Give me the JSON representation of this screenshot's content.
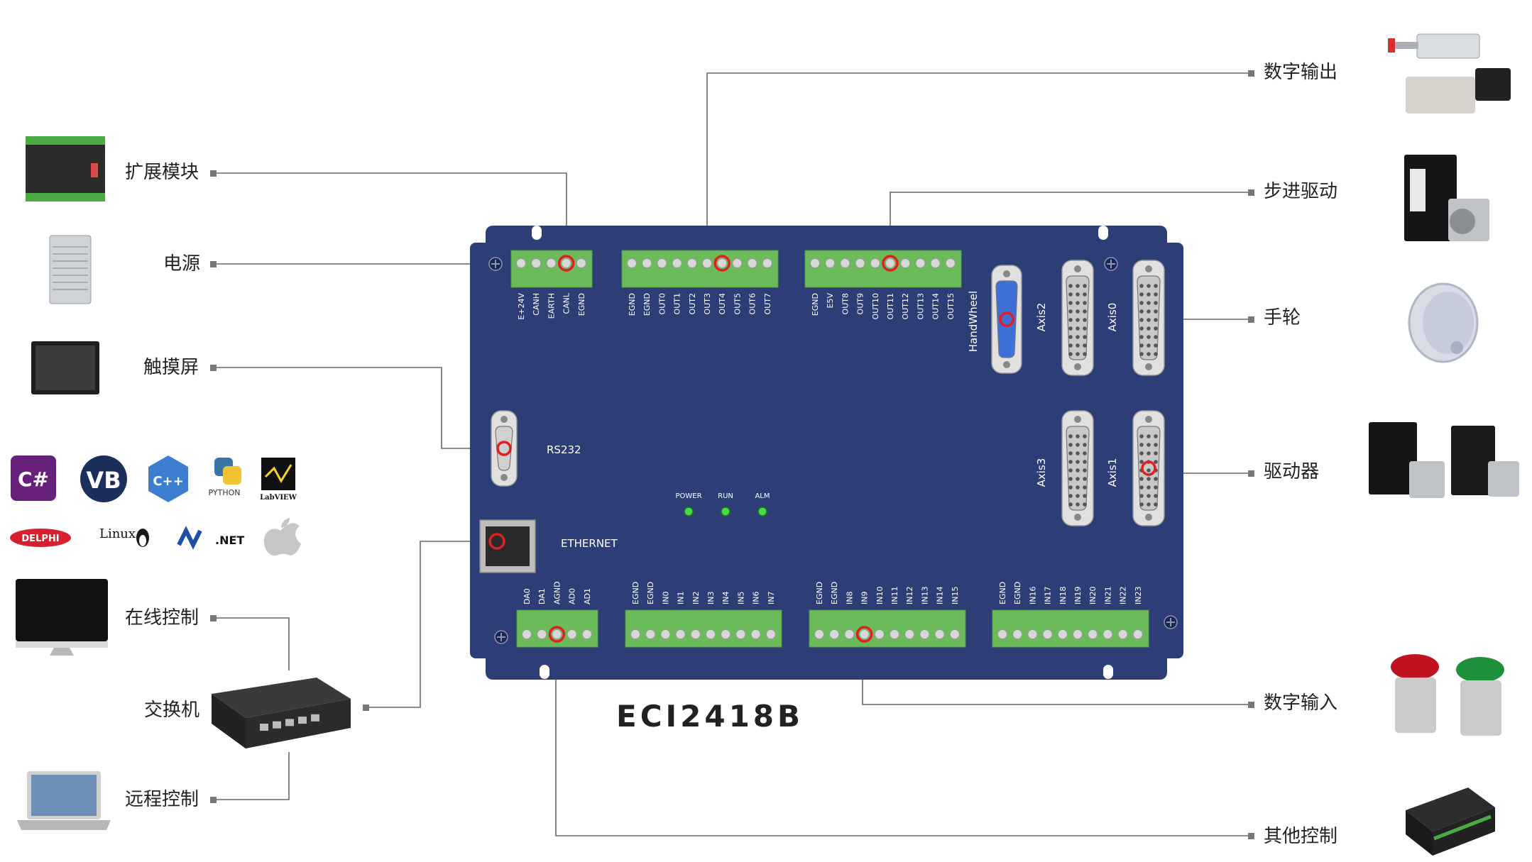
{
  "board": {
    "model": "ECI2418B",
    "rs232_label": "RS232",
    "ethernet_label": "ETHERNET",
    "leds": [
      "POWER",
      "RUN",
      "ALM"
    ],
    "handwheel_label": "HandWheel",
    "axis_labels": [
      "Axis2",
      "Axis0",
      "Axis3",
      "Axis1"
    ],
    "power_pins": [
      "E+24V",
      "CANH",
      "EARTH",
      "CANL",
      "EGND"
    ],
    "output_pins_a": [
      "EGND",
      "EGND",
      "OUT0",
      "OUT1",
      "OUT2",
      "OUT3",
      "OUT4",
      "OUT5",
      "OUT6",
      "OUT7"
    ],
    "output_pins_b": [
      "EGND",
      "E5V",
      "OUT8",
      "OUT9",
      "OUT10",
      "OUT11",
      "OUT12",
      "OUT13",
      "OUT14",
      "OUT15"
    ],
    "analog_pins": [
      "DA0",
      "DA1",
      "AGND",
      "AD0",
      "AD1"
    ],
    "input_pins_a": [
      "EGND",
      "EGND",
      "IN0",
      "IN1",
      "IN2",
      "IN3",
      "IN4",
      "IN5",
      "IN6",
      "IN7"
    ],
    "input_pins_b": [
      "EGND",
      "EGND",
      "IN8",
      "IN9",
      "IN10",
      "IN11",
      "IN12",
      "IN13",
      "IN14",
      "IN15"
    ],
    "input_pins_c": [
      "EGND",
      "EGND",
      "IN16",
      "IN17",
      "IN18",
      "IN19",
      "IN20",
      "IN21",
      "IN22",
      "IN23"
    ]
  },
  "left_labels": {
    "expansion": "扩展模块",
    "power": "电源",
    "touchscreen": "触摸屏",
    "online": "在线控制",
    "switch": "交换机",
    "remote": "远程控制"
  },
  "right_labels": {
    "digital_output": "数字输出",
    "stepper": "步进驱动",
    "handwheel": "手轮",
    "driver": "驱动器",
    "digital_input": "数字输入",
    "other": "其他控制"
  },
  "software_logos": [
    "C#",
    "VB",
    "C++",
    "PYTHON",
    "LabVIEW",
    "DELPHI",
    "Linux",
    ".NET",
    "Apple"
  ],
  "colors": {
    "board": "#2d3e76",
    "board_border": "#3b4d88",
    "terminal": "#6cbb5a",
    "terminal_dark": "#4e9b40",
    "highlight": "#e02020",
    "led": "#44dd44",
    "wire": "#666666",
    "db_connector": "#c8c8c8",
    "handwheel_connector": "#3f6fd8"
  }
}
